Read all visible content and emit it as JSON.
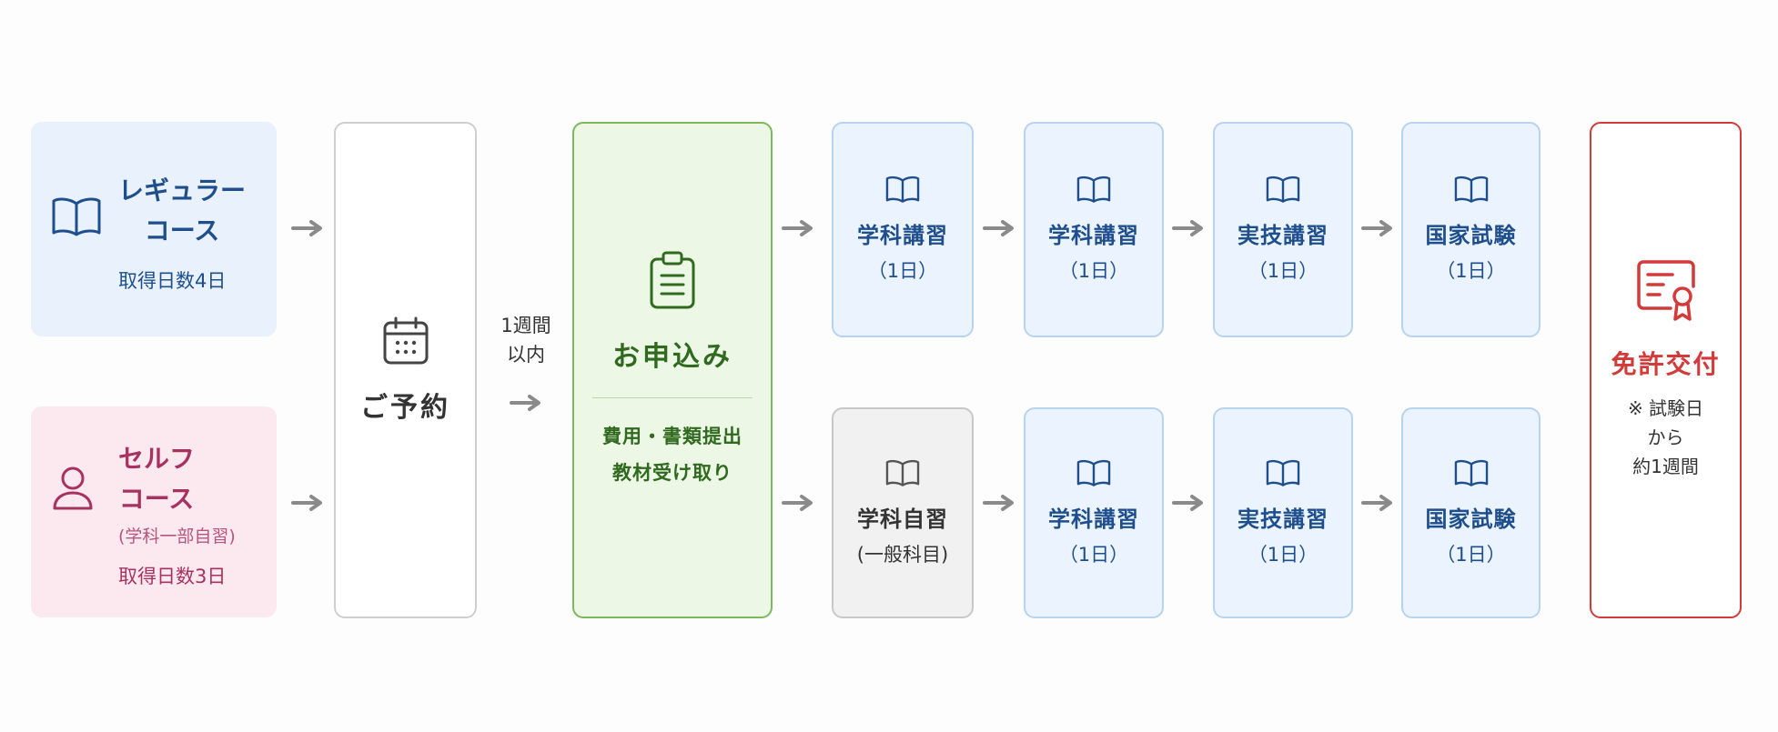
{
  "courses": {
    "regular": {
      "title_line1": "レギュラー",
      "title_line2": "コース",
      "days": "取得日数4日",
      "icon": "book-icon"
    },
    "self": {
      "title_line1": "セルフ",
      "title_line2": "コース",
      "note": "(学科一部自習)",
      "days": "取得日数3日",
      "icon": "person-icon"
    }
  },
  "reserve": {
    "label": "ご予約",
    "icon": "calendar-icon"
  },
  "interval": {
    "line1": "1週間",
    "line2": "以内"
  },
  "apply": {
    "title": "お申込み",
    "detail_line1": "費用・書類提出",
    "detail_line2": "教材受け取り",
    "icon": "clipboard-icon"
  },
  "steps_top": [
    {
      "title": "学科講習",
      "sub": "（1日）"
    },
    {
      "title": "学科講習",
      "sub": "（1日）"
    },
    {
      "title": "実技講習",
      "sub": "（1日）"
    },
    {
      "title": "国家試験",
      "sub": "（1日）"
    }
  ],
  "steps_bottom": [
    {
      "title": "学科自習",
      "sub": "(一般科目)"
    },
    {
      "title": "学科講習",
      "sub": "（1日）"
    },
    {
      "title": "実技講習",
      "sub": "（1日）"
    },
    {
      "title": "国家試験",
      "sub": "（1日）"
    }
  ],
  "license": {
    "title": "免許交付",
    "note_line1": "※ 試験日",
    "note_line2": "から",
    "note_line3": "約1週間",
    "icon": "certificate-icon"
  },
  "colors": {
    "regular": "#1f4e8c",
    "self": "#a8325f",
    "apply": "#7cb85c",
    "license": "#d33a3a",
    "step_border": "#b7d3f0",
    "arrow": "#8a8a8a"
  }
}
